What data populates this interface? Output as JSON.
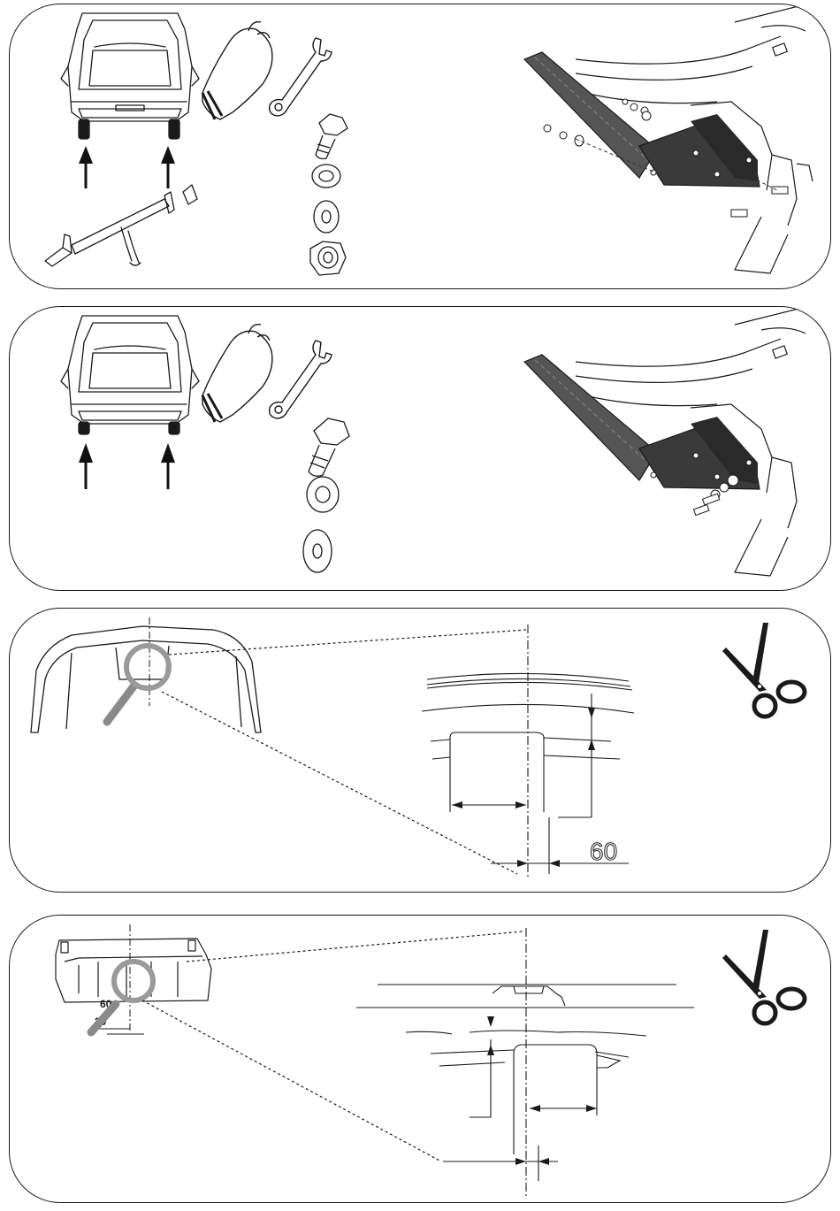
{
  "colors": {
    "line": "#1a1a1a",
    "bracket": "#555555",
    "bracket_dark": "#3a3a3a",
    "magnifier": "#9a9a9a",
    "arrow": "#111111"
  },
  "icons": [
    "car-rear-icon",
    "glove-icon",
    "wrench-icon",
    "bolt-icon",
    "spring-washer-icon",
    "flat-washer-icon",
    "nut-icon",
    "scissors-icon",
    "magnifier-icon",
    "arrow-up-icon"
  ],
  "panel3": {
    "dimension": "60"
  },
  "panel4": {
    "dim_a": "60",
    "dim_b": "30"
  }
}
